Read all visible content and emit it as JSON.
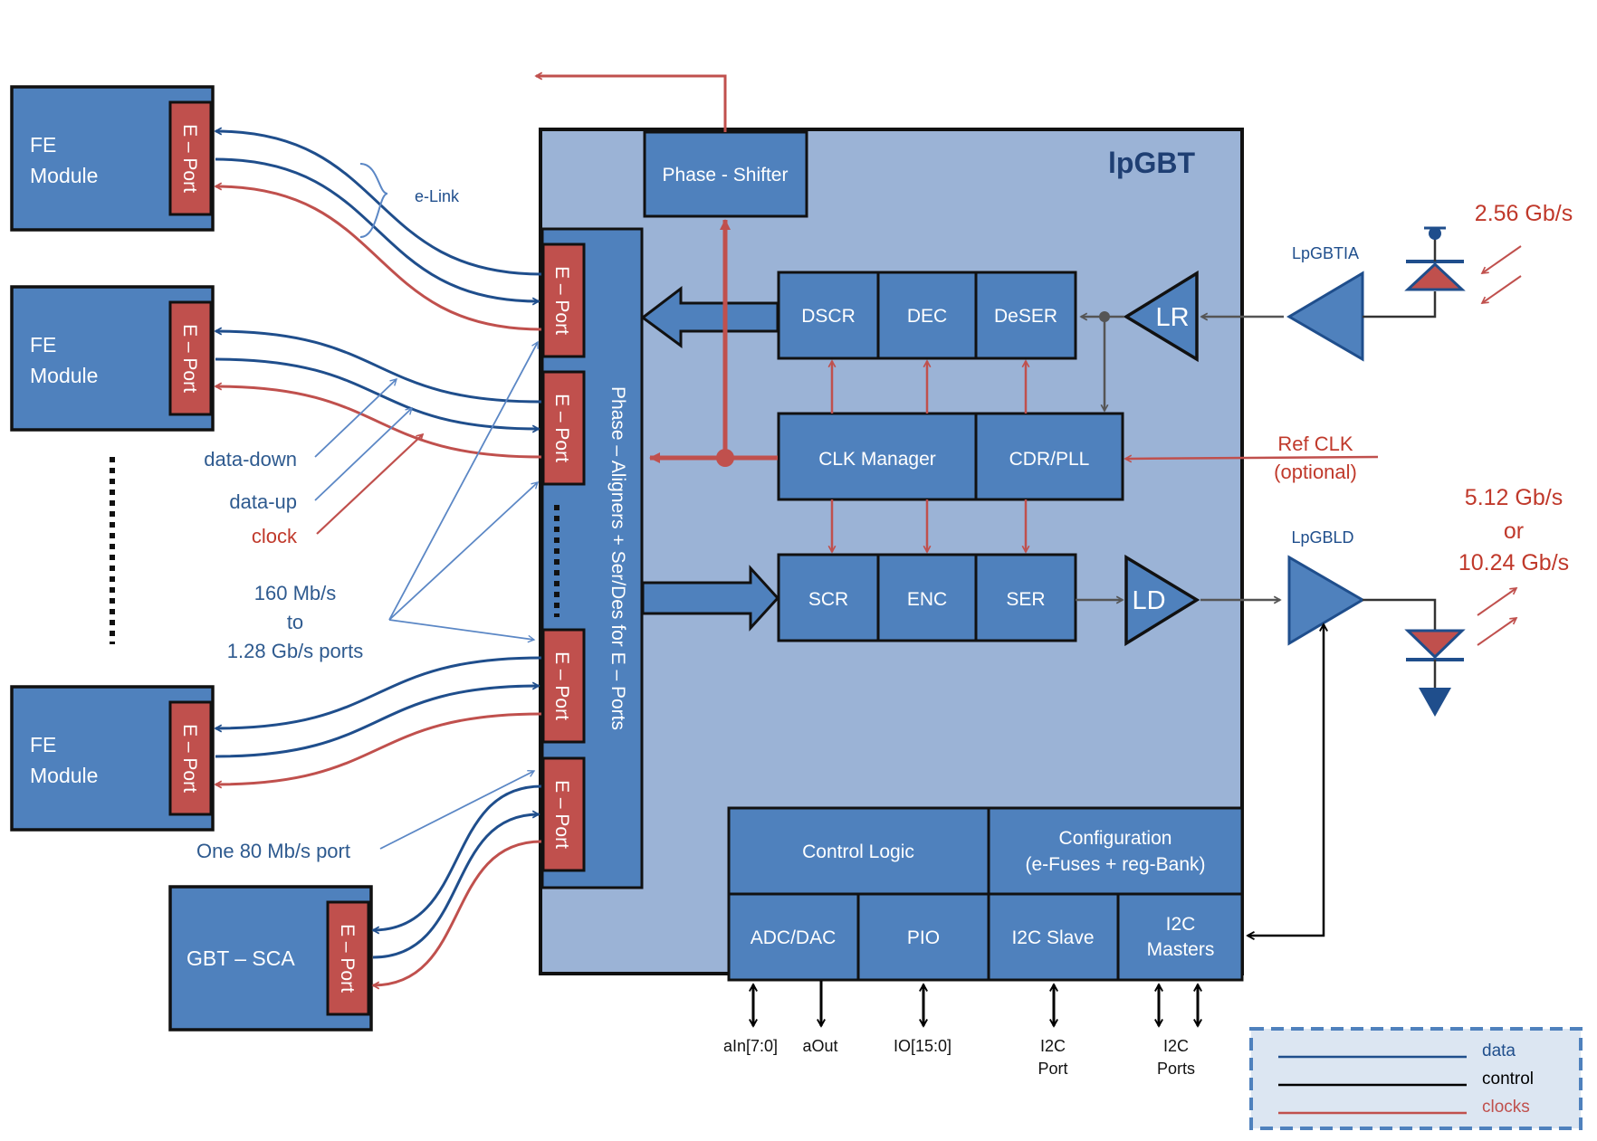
{
  "chip_title": "lpGBT",
  "phase_shifter": "Phase - Shifter",
  "aligners": "Phase – Aligners + Ser/Des for E – Ports",
  "eport": "E – Port",
  "fe_module": [
    "FE",
    "Module"
  ],
  "gbt_sca": "GBT – SCA",
  "rx_chain": [
    "DSCR",
    "DEC",
    "DeSER"
  ],
  "tx_chain": [
    "SCR",
    "ENC",
    "SER"
  ],
  "clk_manager": "CLK Manager",
  "cdr_pll": "CDR/PLL",
  "lr": "LR",
  "ld": "LD",
  "lpgbtia": "LpGBTIA",
  "lpgbld": "LpGBLD",
  "rx_rate": "2.56 Gb/s",
  "tx_rate": [
    "5.12 Gb/s",
    "or",
    "10.24 Gb/s"
  ],
  "ref_clk": [
    "Ref CLK",
    "(optional)"
  ],
  "control_logic": "Control Logic",
  "configuration": [
    "Configuration",
    "(e-Fuses + reg-Bank)"
  ],
  "bottom_blocks": [
    "ADC/DAC",
    "PIO",
    "I2C Slave"
  ],
  "i2c_masters": [
    "I2C",
    "Masters"
  ],
  "pins": {
    "ain": "aIn[7:0]",
    "aout": "aOut",
    "io": "IO[15:0]",
    "i2c_port": [
      "I2C",
      "Port"
    ],
    "i2c_ports": [
      "I2C",
      "Ports"
    ]
  },
  "annotations": {
    "elink": "e-Link",
    "data_down": "data-down",
    "data_up": "data-up",
    "clock": "clock",
    "ports": [
      "160 Mb/s",
      "to",
      "1.28 Gb/s ports"
    ],
    "one_port": "One 80 Mb/s port"
  },
  "legend": [
    "data",
    "control",
    "clocks"
  ],
  "colors": {
    "block_fill": "#4f81bd",
    "chip_fill": "#9bb3d6",
    "port_fill": "#c0504d",
    "data_line": "#1f4e8c",
    "clock_line": "#c0504d",
    "control_line": "#000000"
  }
}
